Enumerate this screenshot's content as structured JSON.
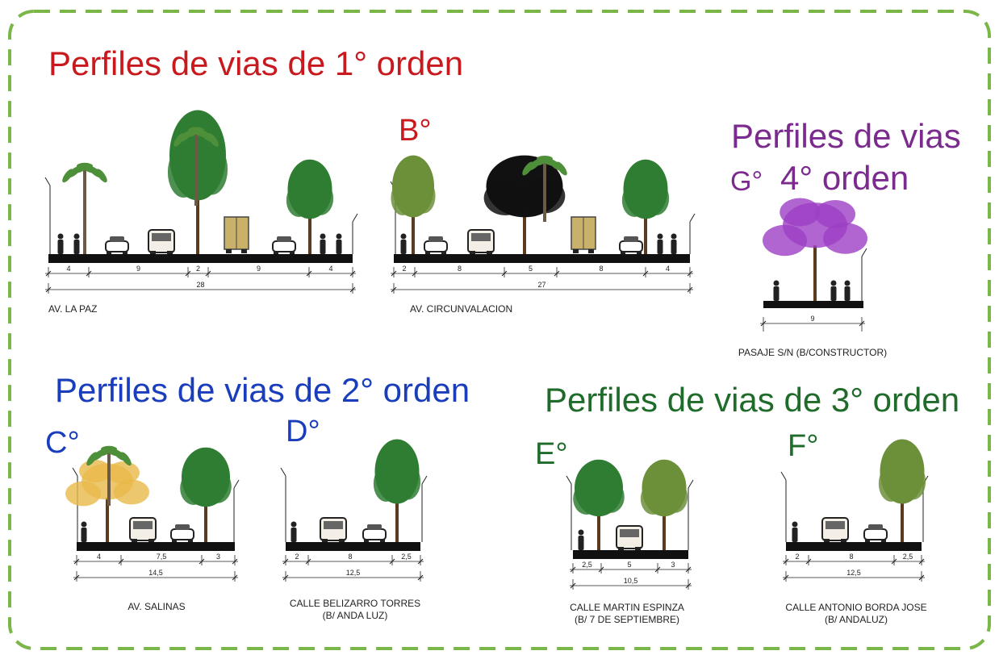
{
  "colors": {
    "frame": "#7ab648",
    "order1": "#c8191e",
    "order2": "#1a3dbb",
    "order3": "#1f6b2a",
    "order4": "#7b2a8e",
    "road": "#111111",
    "tree_green": "#2f7d32",
    "tree_dark": "#111111",
    "palm": "#4e8f3a",
    "flower_purple": "#9c3fc4",
    "flower_yellow": "#e8b94a",
    "truck": "#c9b16a",
    "car": "#555555"
  },
  "headings": {
    "order1": "Perfiles de vias de 1° orden",
    "order2": "Perfiles de vias de 2° orden",
    "order3": "Perfiles de vias de 3° orden",
    "order4_line1": "Perfiles de vias",
    "order4_line2": "4° orden"
  },
  "profiles": {
    "la_paz": {
      "letter": "",
      "name": "AV. LA PAZ",
      "subname": "",
      "segments": [
        "4",
        "9",
        "2",
        "9",
        "4"
      ],
      "total": "28"
    },
    "circunvalacion": {
      "letter": "B°",
      "name": "AV. CIRCUNVALACION",
      "subname": "",
      "segments": [
        "2",
        "8",
        "5",
        "8",
        "4"
      ],
      "total": "27"
    },
    "pasaje": {
      "letter": "G°",
      "name": "PASAJE S/N (B/CONSTRUCTOR)",
      "subname": "",
      "segments": [],
      "total": "9"
    },
    "salinas": {
      "letter": "C°",
      "name": "AV. SALINAS",
      "subname": "",
      "segments": [
        "4",
        "7,5",
        "3"
      ],
      "total": "14,5"
    },
    "belizarro": {
      "letter": "D°",
      "name": "CALLE BELIZARRO TORRES",
      "subname": "(B/ ANDA LUZ)",
      "segments": [
        "2",
        "8",
        "2,5"
      ],
      "total": "12,5"
    },
    "martin": {
      "letter": "E°",
      "name": "CALLE MARTIN ESPINZA",
      "subname": "(B/ 7 DE SEPTIEMBRE)",
      "segments": [
        "2,5",
        "5",
        "3"
      ],
      "total": "10,5"
    },
    "antonio": {
      "letter": "F°",
      "name": "CALLE ANTONIO BORDA JOSE",
      "subname": "(B/ ANDALUZ)",
      "segments": [
        "2",
        "8",
        "2,5"
      ],
      "total": "12,5"
    }
  }
}
